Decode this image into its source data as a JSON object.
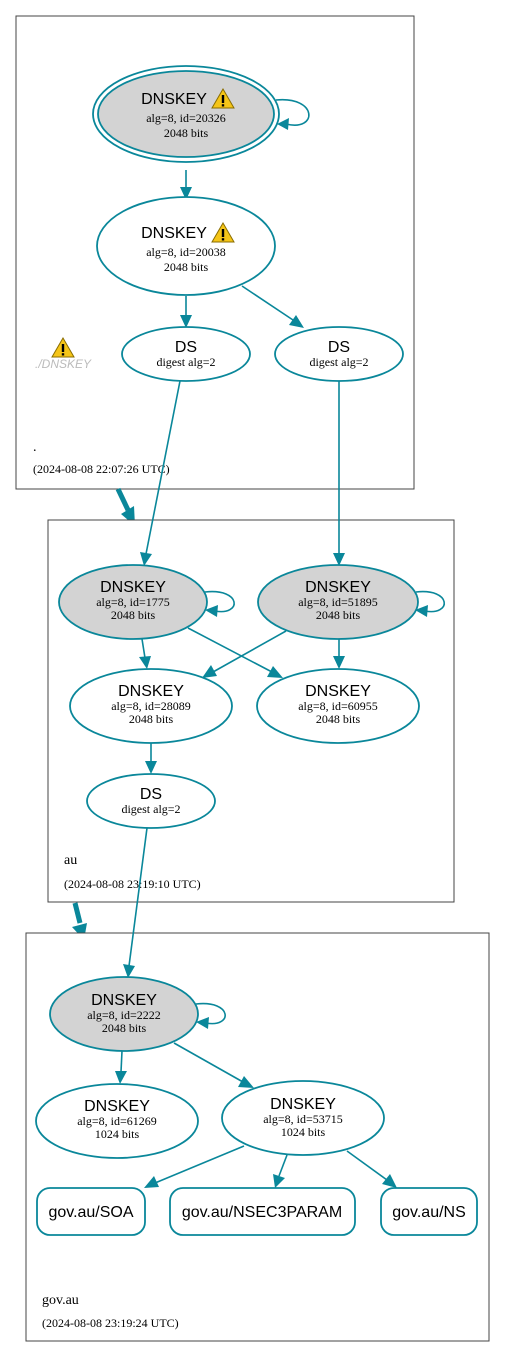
{
  "colors": {
    "edge": "#0a879a",
    "ksk_fill": "#d3d3d3",
    "zsk_fill": "#ffffff",
    "zone_border": "#444444",
    "warning": "#f5c518"
  },
  "zones": [
    {
      "name": ".",
      "timestamp": "(2024-08-08 22:07:26 UTC)",
      "missing_record": "./DNSKEY",
      "nodes": [
        {
          "title": "DNSKEY",
          "line1": "alg=8, id=20326",
          "line2": "2048 bits",
          "warning": true,
          "sep": true,
          "double": true,
          "self_loop": true
        },
        {
          "title": "DNSKEY",
          "line1": "alg=8, id=20038",
          "line2": "2048 bits",
          "warning": true
        },
        {
          "title": "DS",
          "line1": "digest alg=2"
        },
        {
          "title": "DS",
          "line1": "digest alg=2"
        }
      ]
    },
    {
      "name": "au",
      "timestamp": "(2024-08-08 23:19:10 UTC)",
      "nodes": [
        {
          "title": "DNSKEY",
          "line1": "alg=8, id=1775",
          "line2": "2048 bits",
          "sep": true,
          "self_loop": true
        },
        {
          "title": "DNSKEY",
          "line1": "alg=8, id=51895",
          "line2": "2048 bits",
          "sep": true,
          "self_loop": true
        },
        {
          "title": "DNSKEY",
          "line1": "alg=8, id=28089",
          "line2": "2048 bits"
        },
        {
          "title": "DNSKEY",
          "line1": "alg=8, id=60955",
          "line2": "2048 bits"
        },
        {
          "title": "DS",
          "line1": "digest alg=2"
        }
      ]
    },
    {
      "name": "gov.au",
      "timestamp": "(2024-08-08 23:19:24 UTC)",
      "nodes": [
        {
          "title": "DNSKEY",
          "line1": "alg=8, id=2222",
          "line2": "2048 bits",
          "sep": true,
          "self_loop": true
        },
        {
          "title": "DNSKEY",
          "line1": "alg=8, id=61269",
          "line2": "1024 bits"
        },
        {
          "title": "DNSKEY",
          "line1": "alg=8, id=53715",
          "line2": "1024 bits"
        }
      ],
      "records": [
        "gov.au/SOA",
        "gov.au/NSEC3PARAM",
        "gov.au/NS"
      ]
    }
  ],
  "edges": [
    {
      "from": "root.ksk_20326",
      "to": "root.ksk_20326",
      "kind": "self-signature"
    },
    {
      "from": "root.ksk_20326",
      "to": "root.zsk_20038",
      "kind": "signs"
    },
    {
      "from": "root.zsk_20038",
      "to": "root.ds_left",
      "kind": "signs"
    },
    {
      "from": "root.zsk_20038",
      "to": "root.ds_right",
      "kind": "signs"
    },
    {
      "from": "root.ds_left",
      "to": "au.ksk_1775",
      "kind": "delegation"
    },
    {
      "from": "root.ds_right",
      "to": "au.ksk_51895",
      "kind": "delegation"
    },
    {
      "from": "au.ksk_1775",
      "to": "au.ksk_1775",
      "kind": "self-signature"
    },
    {
      "from": "au.ksk_51895",
      "to": "au.ksk_51895",
      "kind": "self-signature"
    },
    {
      "from": "au.ksk_1775",
      "to": "au.zsk_28089",
      "kind": "signs"
    },
    {
      "from": "au.ksk_1775",
      "to": "au.zsk_60955",
      "kind": "signs"
    },
    {
      "from": "au.ksk_51895",
      "to": "au.zsk_28089",
      "kind": "signs"
    },
    {
      "from": "au.ksk_51895",
      "to": "au.zsk_60955",
      "kind": "signs"
    },
    {
      "from": "au.zsk_28089",
      "to": "au.ds",
      "kind": "signs"
    },
    {
      "from": "au.ds",
      "to": "gov.ksk_2222",
      "kind": "delegation"
    },
    {
      "from": "gov.ksk_2222",
      "to": "gov.ksk_2222",
      "kind": "self-signature"
    },
    {
      "from": "gov.ksk_2222",
      "to": "gov.zsk_61269",
      "kind": "signs"
    },
    {
      "from": "gov.ksk_2222",
      "to": "gov.zsk_53715",
      "kind": "signs"
    },
    {
      "from": "gov.zsk_53715",
      "to": "gov.soa",
      "kind": "signs"
    },
    {
      "from": "gov.zsk_53715",
      "to": "gov.nsec3param",
      "kind": "signs"
    },
    {
      "from": "gov.zsk_53715",
      "to": "gov.ns",
      "kind": "signs"
    }
  ]
}
